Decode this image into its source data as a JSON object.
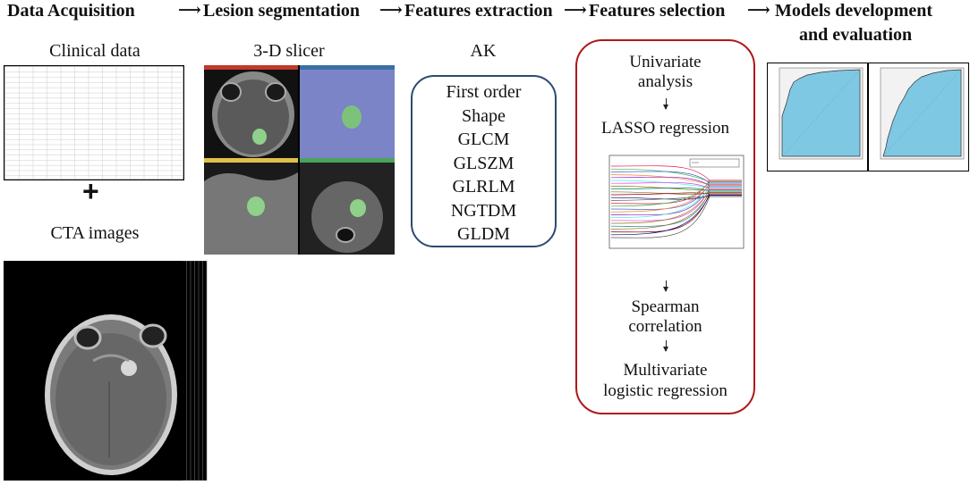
{
  "headers": {
    "data_acquisition": "Data Acquisition",
    "lesion_segmentation": "Lesion segmentation",
    "features_extraction": "Features extraction",
    "features_selection": "Features selection",
    "models_line1": "Models development",
    "models_line2": "and evaluation"
  },
  "acquisition": {
    "clinical_label": "Clinical data",
    "plus": "+",
    "cta_label": "CTA images"
  },
  "segmentation": {
    "label": "3-D slicer"
  },
  "extraction": {
    "label": "AK",
    "features": [
      "First order",
      "Shape",
      "GLCM",
      "GLSZM",
      "GLRLM",
      "NGTDM",
      "GLDM"
    ]
  },
  "selection": {
    "step1_line1": "Univariate",
    "step1_line2": "analysis",
    "step2": "LASSO regression",
    "step3_line1": "Spearman",
    "step3_line2": "correlation",
    "step4_line1": "Multivariate",
    "step4_line2": "logistic regression"
  },
  "colors": {
    "ak_border": "#2c4a73",
    "selection_border": "#b01818",
    "roc_fill": "#7ec8e3",
    "lesion": "#8fd18a"
  }
}
